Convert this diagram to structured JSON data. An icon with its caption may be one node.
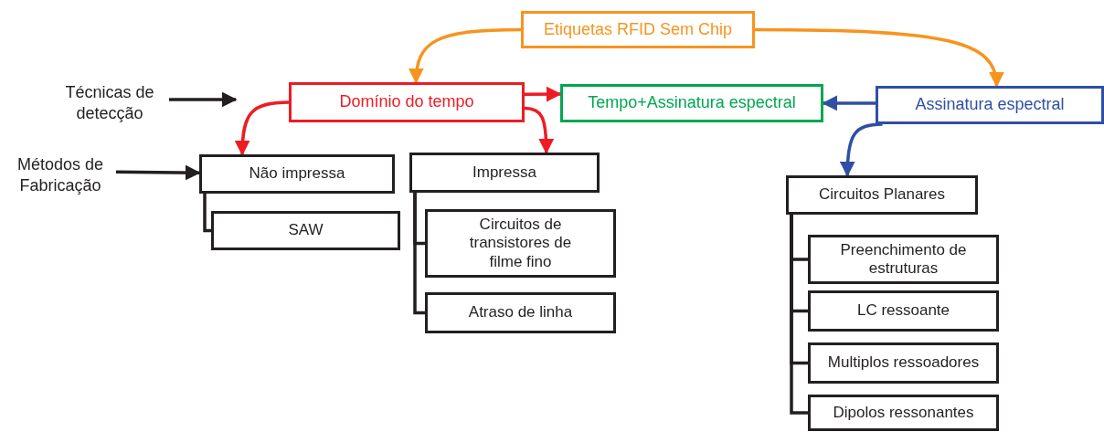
{
  "diagram": {
    "nodes": [
      {
        "text": [
          "Etiquetas RFID Sem Chip"
        ]
      },
      {
        "text": [
          "Técnicas de detecção"
        ]
      },
      {
        "text": [
          "Domínio do tempo"
        ]
      },
      {
        "text": [
          "Tempo+Assinatura espectral"
        ]
      },
      {
        "text": [
          "Assinatura espectral"
        ]
      },
      {
        "text": [
          "Métodos de Fabricação"
        ]
      },
      {
        "text": [
          "Não impressa"
        ]
      },
      {
        "text": [
          "SAW"
        ]
      },
      {
        "text": [
          "Impressa"
        ]
      },
      {
        "text": [
          "Circuitos de transistores de filme fino"
        ]
      },
      {
        "text": [
          "Atraso de linha"
        ]
      },
      {
        "text": [
          "Circuitos Planares"
        ]
      },
      {
        "text": [
          "Preenchimento de estruturas"
        ]
      },
      {
        "text": [
          "LC ressoante"
        ]
      },
      {
        "text": [
          "Multiplos ressoadores"
        ]
      },
      {
        "text": [
          "Dipolos ressonantes"
        ]
      }
    ],
    "edges": [
      {
        "from": 0,
        "to": 2,
        "arrow": "to",
        "color": "#f7941d"
      },
      {
        "from": 0,
        "to": 4,
        "arrow": "to",
        "color": "#f7941d"
      },
      {
        "from": 2,
        "to": 6,
        "arrow": "to",
        "color": "#ed1c24"
      },
      {
        "from": 2,
        "to": 8,
        "arrow": "to",
        "color": "#ed1c24"
      },
      {
        "from": 2,
        "to": 3,
        "arrow": "to",
        "color": "#ed1c24"
      },
      {
        "from": 4,
        "to": 3,
        "arrow": "to",
        "color": "#2e4fa3"
      },
      {
        "from": 4,
        "to": 11,
        "arrow": "to",
        "color": "#2e4fa3"
      },
      {
        "from": 1,
        "to": null,
        "arrow": "to"
      },
      {
        "from": 5,
        "to": 6,
        "arrow": "to"
      },
      {
        "from": 6,
        "to": 7,
        "arrow": "none"
      },
      {
        "from": 8,
        "to": 9,
        "arrow": "none"
      },
      {
        "from": 8,
        "to": 10,
        "arrow": "none"
      },
      {
        "from": 11,
        "to": 12,
        "arrow": "none"
      },
      {
        "from": 11,
        "to": 13,
        "arrow": "none"
      },
      {
        "from": 11,
        "to": 14,
        "arrow": "none"
      },
      {
        "from": 11,
        "to": 15,
        "arrow": "none"
      }
    ]
  }
}
